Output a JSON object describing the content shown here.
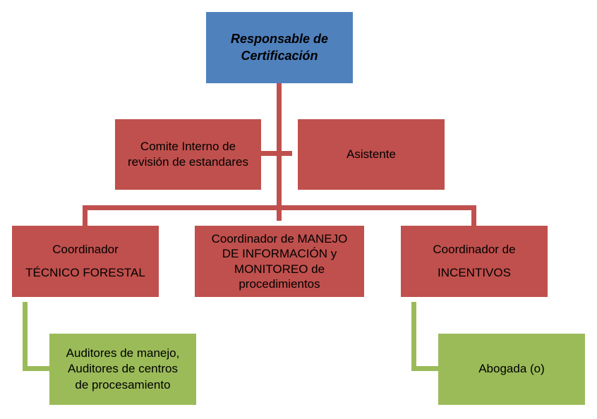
{
  "diagram": {
    "top": {
      "line1": "Responsable de",
      "line2": "Certificación"
    },
    "comite": {
      "line1": "Comite Interno de",
      "line2": "revisión de estandares"
    },
    "asistente": {
      "label": "Asistente"
    },
    "tecnico": {
      "line1": "Coordinador",
      "line2": "TÉCNICO FORESTAL"
    },
    "manejo": {
      "line1": "Coordinador de MANEJO",
      "line2": "DE INFORMACIÓN y",
      "line3": "MONITOREO de",
      "line4": "procedimientos"
    },
    "incentivos": {
      "line1": "Coordinador de",
      "line2": "INCENTIVOS"
    },
    "auditores": {
      "line1": "Auditores de manejo,",
      "line2": "Auditores de centros",
      "line3": "de procesamiento"
    },
    "abogada": {
      "label": "Abogada (o)"
    },
    "colors": {
      "blue": "#4f81bd",
      "red": "#c0504d",
      "green": "#9bbb59"
    }
  }
}
